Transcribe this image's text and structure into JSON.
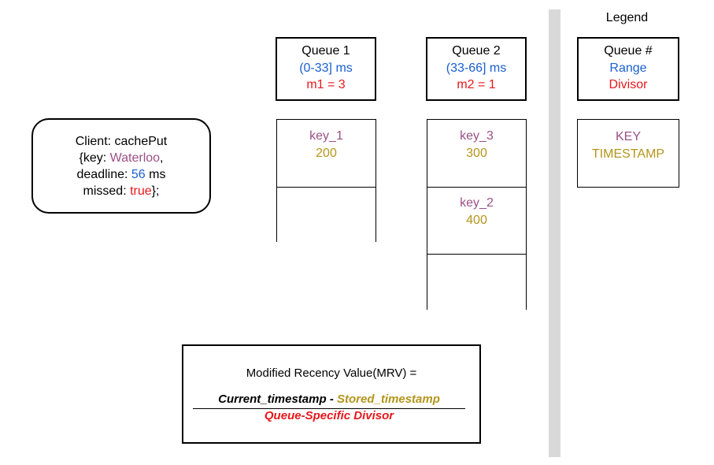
{
  "legend": {
    "title": "Legend",
    "header": {
      "name": "Queue #",
      "range": "Range",
      "divisor": "Divisor"
    },
    "entry": {
      "key": "KEY",
      "timestamp": "TIMESTAMP"
    }
  },
  "client": {
    "line1": "Client: cachePut",
    "key_prefix": "{key: ",
    "key_value": "Waterloo",
    "key_suffix": ",",
    "deadline_prefix": "deadline: ",
    "deadline_value": "56",
    "deadline_suffix": " ms",
    "missed_prefix": "missed: ",
    "missed_value": "true",
    "missed_suffix": "};"
  },
  "queues": [
    {
      "name": "Queue 1",
      "range": "(0-33] ms",
      "divisor": "m1 = 3",
      "entries": [
        {
          "key": "key_1",
          "timestamp": "200"
        }
      ]
    },
    {
      "name": "Queue 2",
      "range": "(33-66] ms",
      "divisor": "m2 = 1",
      "entries": [
        {
          "key": "key_3",
          "timestamp": "300"
        },
        {
          "key": "key_2",
          "timestamp": "400"
        }
      ]
    }
  ],
  "formula": {
    "label": "Modified Recency Value(MRV) =",
    "current": "Current_timestamp",
    "minus": " - ",
    "stored": "Stored_timestamp",
    "denominator": "Queue-Specific Divisor"
  },
  "colors": {
    "range": "#1a5fd0",
    "divisor": "#e8171b",
    "key": "#9b4f86",
    "timestamp": "#b3951a",
    "divider": "#d9d9d9"
  }
}
